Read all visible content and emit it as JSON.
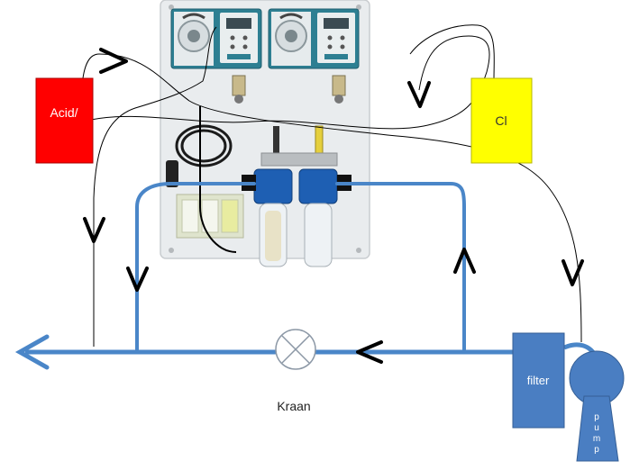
{
  "labels": {
    "acid": "Acid/",
    "cl": "Cl",
    "filter": "filter",
    "pump": "pump",
    "kraan": "Kraan"
  },
  "colors": {
    "acid_tank": "#ff0000",
    "cl_tank": "#ffff00",
    "pipe": "#4a86c8",
    "equipment": "#4a7ec2",
    "panel": "#e9ecee",
    "controller": "#2d7f92",
    "hose": "#000000"
  },
  "icons": [
    "arrow-left-icon",
    "flow-arrow-down-icon",
    "flow-arrow-up-icon",
    "flow-arrow-right-icon",
    "valve-icon"
  ]
}
